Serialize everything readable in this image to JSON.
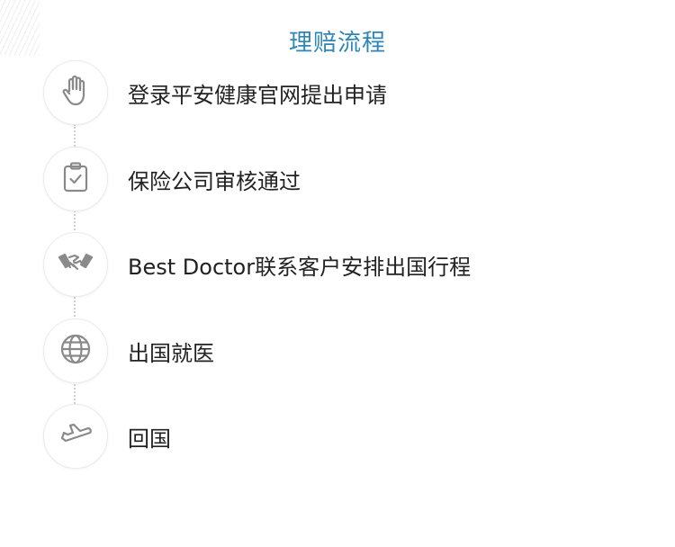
{
  "title": "理赔流程",
  "colors": {
    "title": "#2f86b6",
    "icon": "#8a8a8a",
    "text": "#222222"
  },
  "steps": [
    {
      "icon": "hand-icon",
      "label": "登录平安健康官网提出申请"
    },
    {
      "icon": "clipboard-check-icon",
      "label": "保险公司审核通过"
    },
    {
      "icon": "handshake-icon",
      "label": "Best Doctor联系客户安排出国行程"
    },
    {
      "icon": "globe-icon",
      "label": "出国就医"
    },
    {
      "icon": "airplane-icon",
      "label": "回国"
    }
  ]
}
